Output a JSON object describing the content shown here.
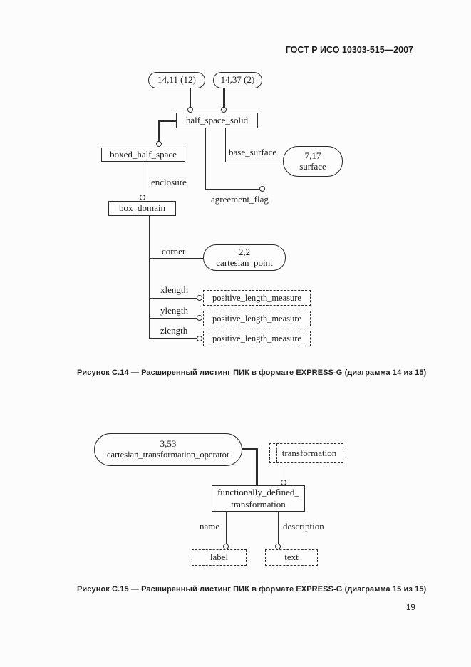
{
  "header": {
    "title": "ГОСТ Р ИСО 10303-515—2007"
  },
  "footer": {
    "page_number": "19"
  },
  "fig14": {
    "caption": "Рисунок С.14 — Расширенный листинг ПИК в формате EXPRESS-G (диаграмма 14 из 15)",
    "ref1": "14,11 (12)",
    "ref2": "14,37 (2)",
    "half_space_solid": "half_space_solid",
    "boxed_half_space": "boxed_half_space",
    "box_domain": "box_domain",
    "surface_ref_num": "7,17",
    "surface_ref_name": "surface",
    "point_ref_num": "2,2",
    "point_ref_name": "cartesian_point",
    "plm": "positive_length_measure",
    "attr_base_surface": "base_surface",
    "attr_agreement_flag": "agreement_flag",
    "attr_enclosure": "enclosure",
    "attr_corner": "corner",
    "attr_xlength": "xlength",
    "attr_ylength": "ylength",
    "attr_zlength": "zlength"
  },
  "fig15": {
    "caption": "Рисунок С.15 — Расширенный листинг ПИК в формате EXPRESS-G (диаграмма 15 из 15)",
    "cto_num": "3,53",
    "cto_name": "cartesian_transformation_operator",
    "transformation": "transformation",
    "fdt_line1": "functionally_defined_",
    "fdt_line2": "transformation",
    "attr_name": "name",
    "attr_description": "description",
    "label_type": "label",
    "text_type": "text"
  }
}
